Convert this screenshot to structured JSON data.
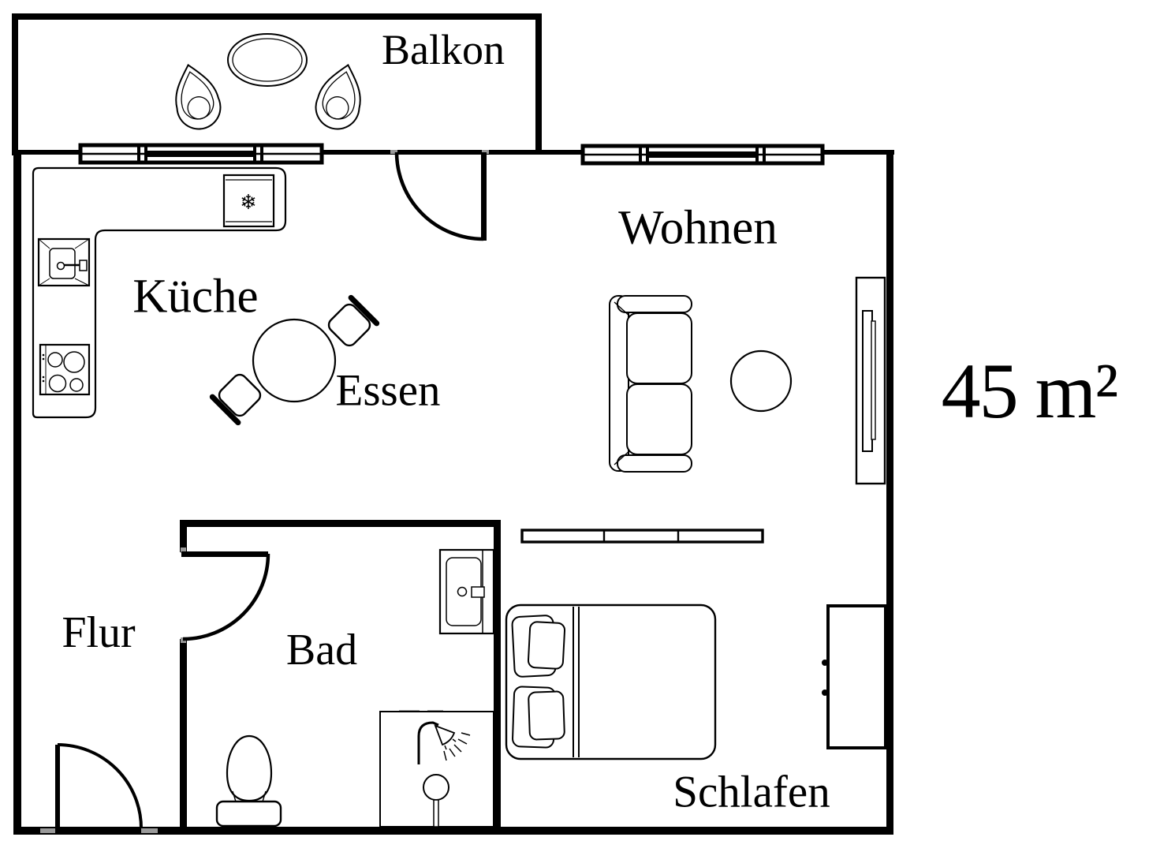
{
  "area_label": "45 m²",
  "rooms": {
    "balkon": {
      "label": "Balkon"
    },
    "wohnen": {
      "label": "Wohnen"
    },
    "kueche": {
      "label": "Küche"
    },
    "essen": {
      "label": "Essen"
    },
    "flur": {
      "label": "Flur"
    },
    "bad": {
      "label": "Bad"
    },
    "schlafen": {
      "label": "Schlafen"
    }
  },
  "symbols": {
    "freezer": "❄"
  },
  "colors": {
    "wall": "#000000",
    "line": "#000000",
    "background": "#ffffff",
    "door_jamb": "#9a9a9a"
  },
  "furniture": [
    "balcony-oval-table",
    "balcony-chair-left",
    "balcony-chair-right",
    "kitchen-counter",
    "fridge-freezer",
    "kitchen-sink",
    "cooktop",
    "dining-round-table",
    "dining-chair-upper",
    "dining-chair-lower",
    "sofa",
    "coffee-table",
    "tv-lowboard",
    "sideboard",
    "double-bed",
    "bed-pillows",
    "wardrobe",
    "washbasin",
    "toilet",
    "shower",
    "balcony-door",
    "bathroom-door",
    "entry-door",
    "window-kitchen",
    "window-living"
  ]
}
